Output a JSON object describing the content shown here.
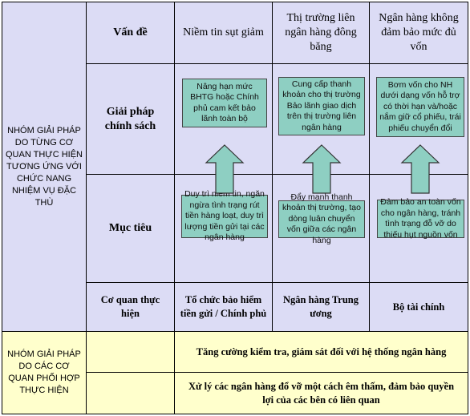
{
  "left_groups": {
    "group1": "NHÓM GIẢI PHÁP DO TỪNG CƠ QUAN THỰC HIỆN TƯƠNG ỨNG VỚI CHỨC NANG NHIỆM VỤ ĐẶC THÙ",
    "group2": "NHÓM GIẢI PHÁP DO CÁC CƠ QUAN PHỐI HỢP THỰC HIỆN"
  },
  "row_labels": {
    "issue": "Vấn đề",
    "policy": "Giải pháp chính sách",
    "goal": "Mục tiêu",
    "agency": "Cơ quan thực hiện"
  },
  "columns": [
    {
      "issue": "Niềm tin sụt giảm",
      "policy": "Nâng hạn mức BHTG hoặc Chính phủ cam kết bảo lãnh toàn bộ",
      "goal": "Duy trì niềm tin, ngăn ngừa tình trạng rút tiền hàng loạt, duy trì lượng tiền gửi tại các ngân hàng",
      "agency": "Tổ chức bảo hiểm tiền gửi / Chính phủ"
    },
    {
      "issue": "Thị trường liên ngân hàng đông băng",
      "policy": "Cung cấp thanh khoản cho thị trường Bảo lãnh giao dịch trên thị trường liên ngân hàng",
      "goal": "Đẩy mạnh thanh khoản thị trường, tạo dòng luân chuyển vốn giữa các ngân hàng",
      "agency": "Ngân hàng Trung ương"
    },
    {
      "issue": "Ngân hàng không đảm bảo mức đủ vốn",
      "policy": "Bơm vốn cho NH dưới dạng vốn hỗ trợ có thời hạn và/hoặc nắm giữ cổ phiếu, trái phiếu chuyển đổi",
      "goal": "Đảm bảo an toàn vốn cho ngân hàng, tránh tình trạng đỗ vỡ do thiếu hụt nguồn vốn",
      "agency": "Bộ tài chính"
    }
  ],
  "coordinated": {
    "row1": "Tăng cường kiểm tra, giám sát đối với hệ thống ngân hàng",
    "row2": "Xử lý các ngân hàng đổ vỡ một cách êm thấm, đảm bảo quyền lợi của các bên có liên quan"
  },
  "colors": {
    "lavender": "#dcdcf5",
    "yellow": "#ffffcc",
    "box_fill": "#8ecfc2",
    "arrow_fill": "#8ecfc2"
  }
}
